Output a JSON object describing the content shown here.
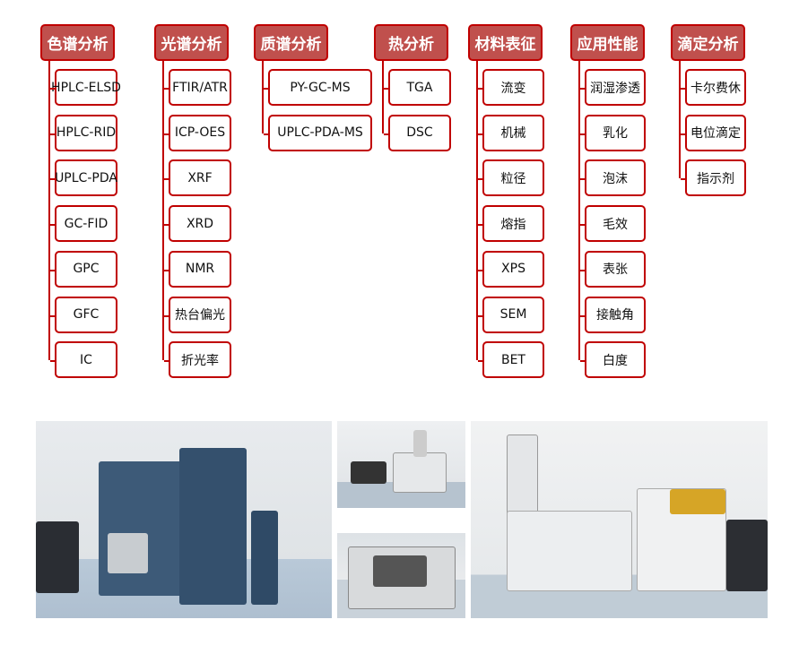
{
  "columns": [
    {
      "title": "色谱分析",
      "items": [
        "HPLC-ELSD",
        "HPLC-RID",
        "UPLC-PDA",
        "GC-FID",
        "GPC",
        "GFC",
        "IC"
      ]
    },
    {
      "title": "光谱分析",
      "items": [
        "FTIR/ATR",
        "ICP-OES",
        "XRF",
        "XRD",
        "NMR",
        "热台偏光",
        "折光率"
      ]
    },
    {
      "title": "质谱分析",
      "items": [
        "PY-GC-MS",
        "UPLC-PDA-MS"
      ]
    },
    {
      "title": "热分析",
      "items": [
        "TGA",
        "DSC"
      ]
    },
    {
      "title": "材料表征",
      "items": [
        "流变",
        "机械",
        "粒径",
        "熔指",
        "XPS",
        "SEM",
        "BET"
      ]
    },
    {
      "title": "应用性能",
      "items": [
        "润湿渗透",
        "乳化",
        "泡沫",
        "毛效",
        "表张",
        "接触角",
        "白度"
      ]
    },
    {
      "title": "滴定分析",
      "items": [
        "卡尔费休",
        "电位滴定",
        "指示剂"
      ]
    }
  ],
  "colors": {
    "header_fill": "#c0504d",
    "border": "#c00000"
  }
}
